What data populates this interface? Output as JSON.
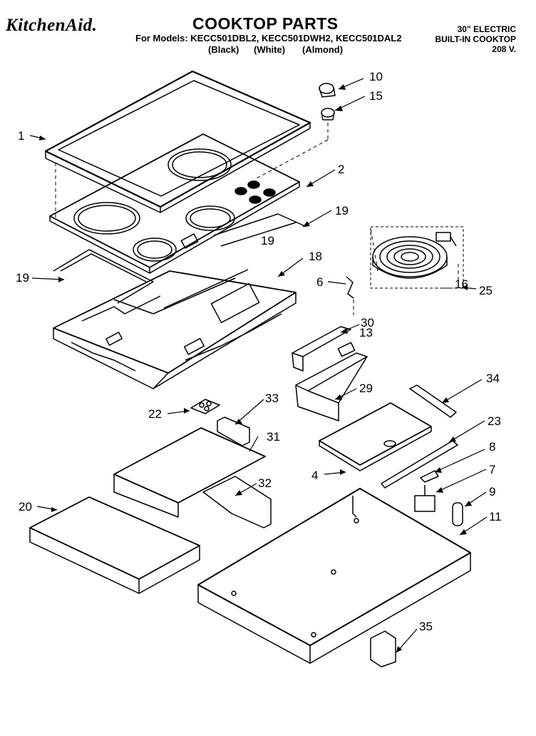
{
  "header": {
    "brand": "KitchenAid.",
    "title": "COOKTOP PARTS",
    "models_line": "For Models: KECC501DBL2, KECC501DWH2, KECC501DAL2",
    "colors": [
      "(Black)",
      "(White)",
      "(Almond)"
    ],
    "spec": [
      "30\" ELECTRIC",
      "BUILT-IN COOKTOP",
      "208 V."
    ]
  },
  "callouts": [
    "1",
    "2",
    "4",
    "6",
    "7",
    "8",
    "9",
    "10",
    "11",
    "13",
    "15",
    "16",
    "18",
    "19",
    "19",
    "19",
    "20",
    "22",
    "23",
    "25",
    "29",
    "30",
    "31",
    "32",
    "33",
    "34",
    "35"
  ]
}
